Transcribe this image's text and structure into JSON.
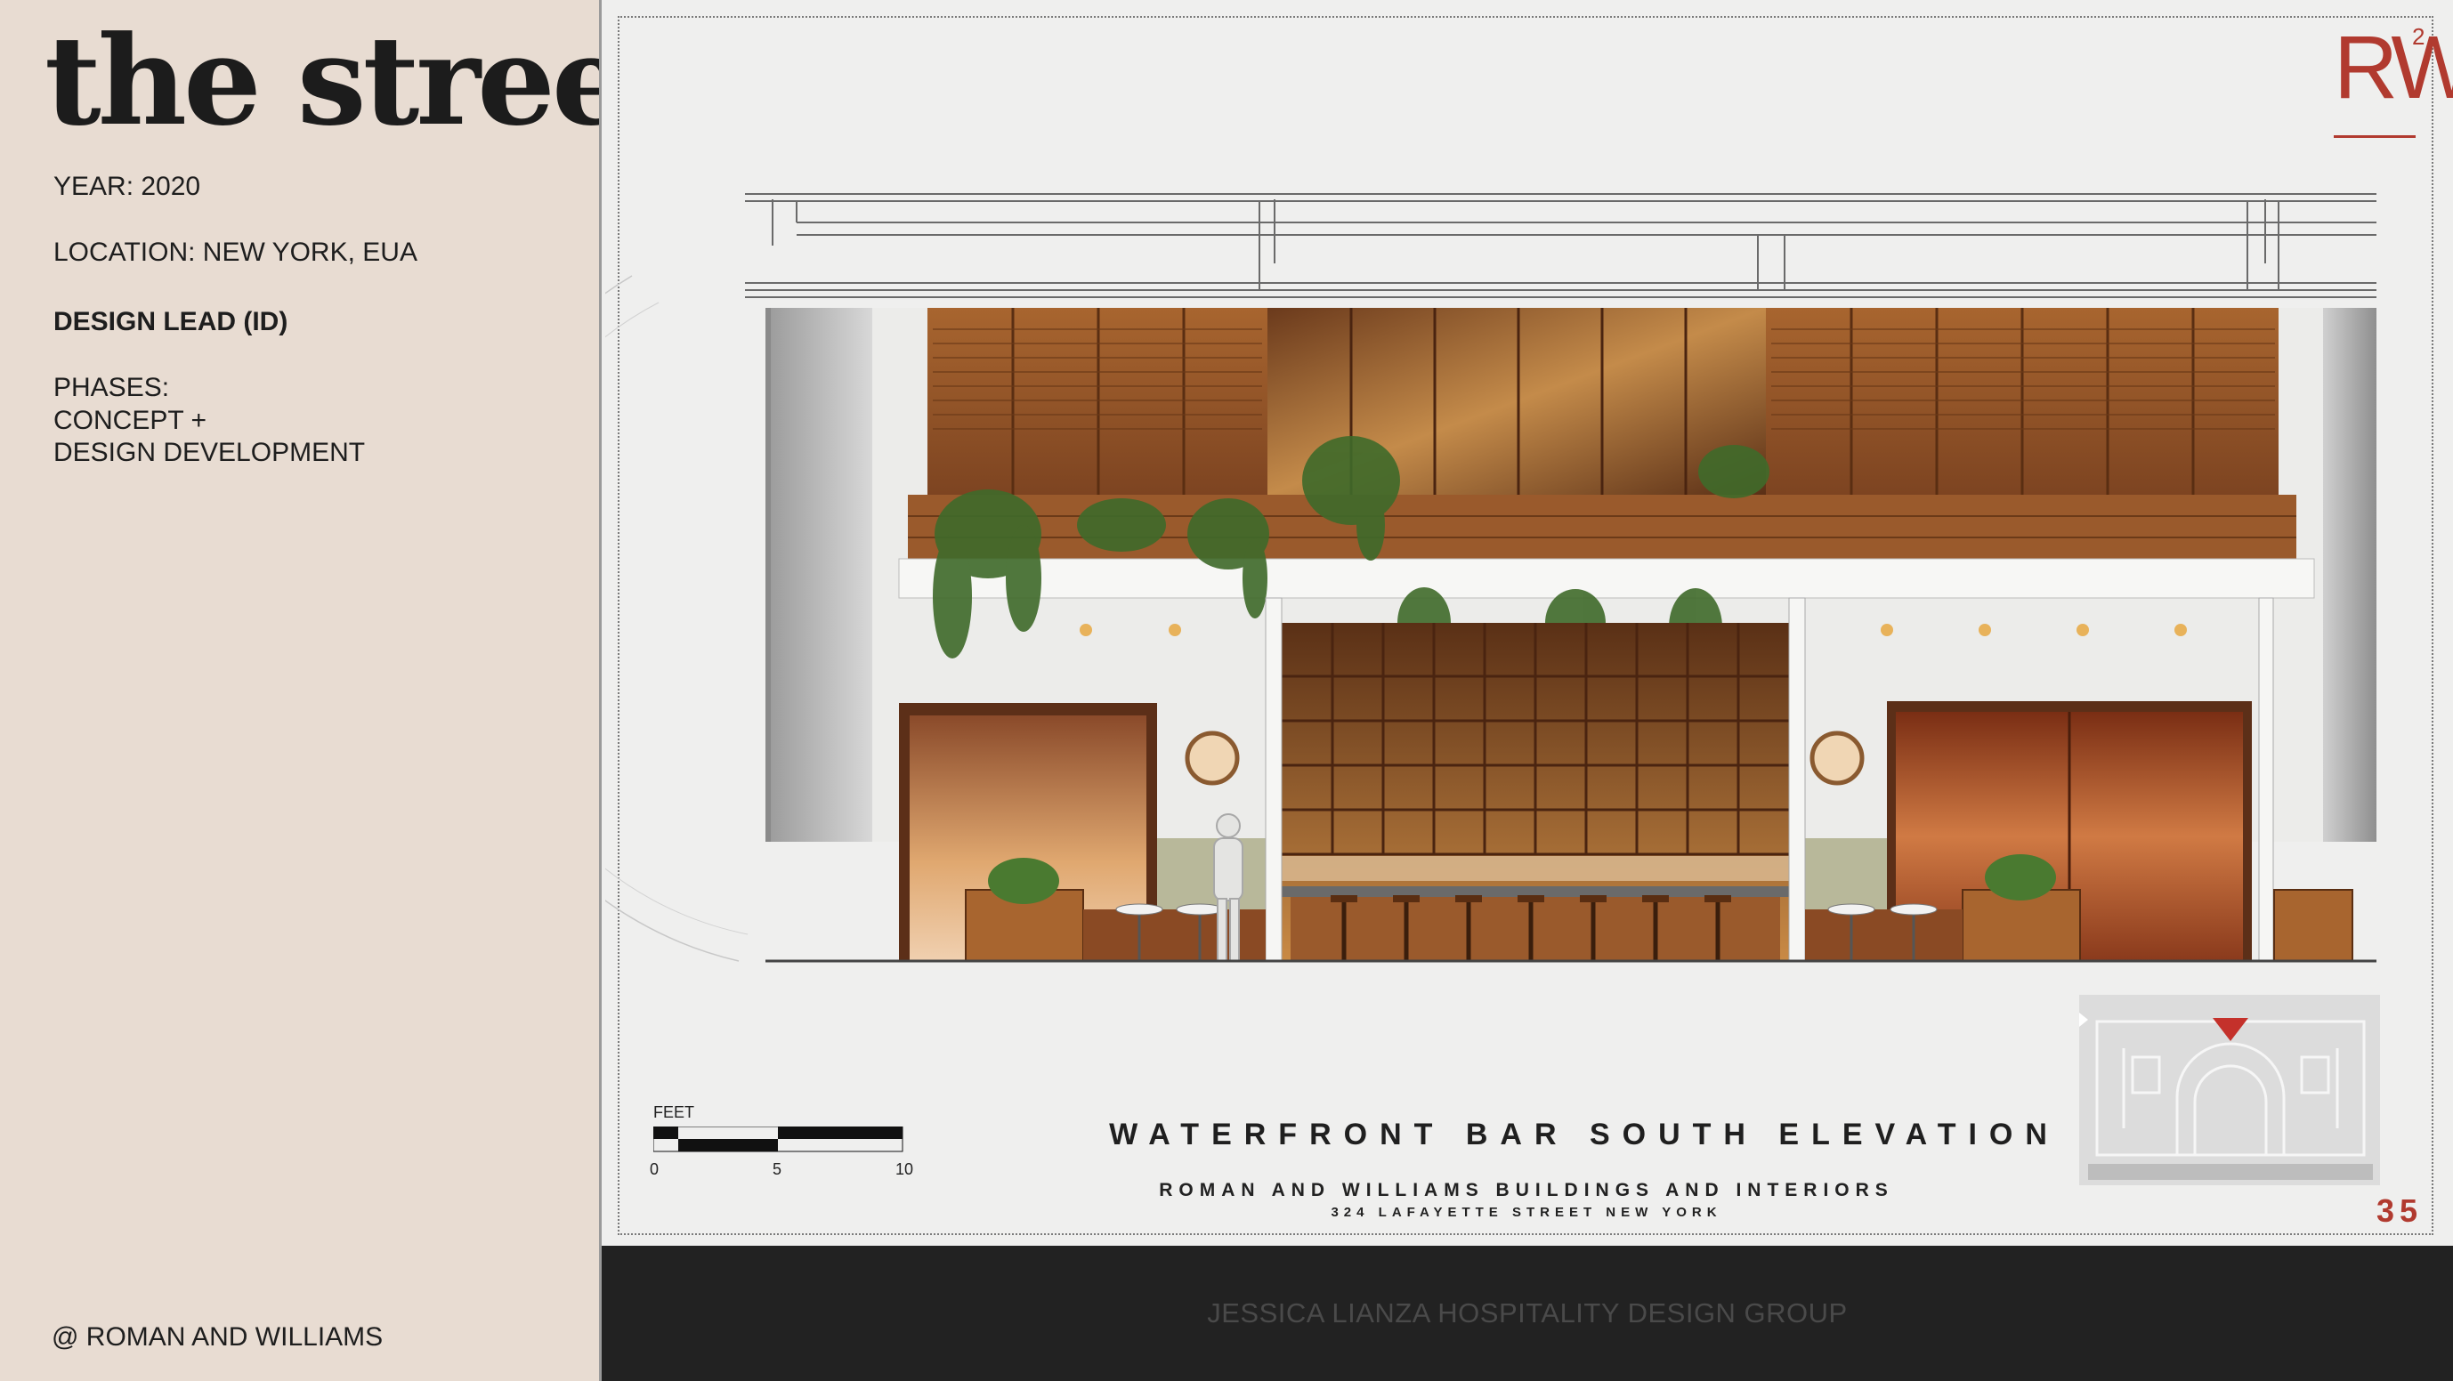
{
  "project": {
    "title": "the street",
    "year": "YEAR: 2020",
    "location": "LOCATION: NEW YORK, EUA",
    "role": "DESIGN LEAD (ID)",
    "phases": [
      "PHASES:",
      "CONCEPT +",
      "DESIGN DEVELOPMENT"
    ],
    "credit": "@ ROMAN AND WILLIAMS"
  },
  "sheet": {
    "logo_text": "RW",
    "logo_superscript": "2",
    "drawing_title": "WATERFRONT BAR SOUTH ELEVATION",
    "firm": "ROMAN AND WILLIAMS BUILDINGS AND INTERIORS",
    "address": "324 LAFAYETTE STREET   NEW YORK",
    "sheet_number": "35",
    "scale": {
      "unit_label": "FEET",
      "ticks": [
        "0",
        "5",
        "10"
      ]
    }
  },
  "footer": {
    "text": "JESSICA LIANZA HOSPITALITY DESIGN GROUP"
  },
  "colors": {
    "left_panel": "#e8dcd2",
    "sheet_bg": "#efefee",
    "footer_bg": "#222222",
    "accent_red": "#b13a2f",
    "wood": "#9a5a2c"
  }
}
